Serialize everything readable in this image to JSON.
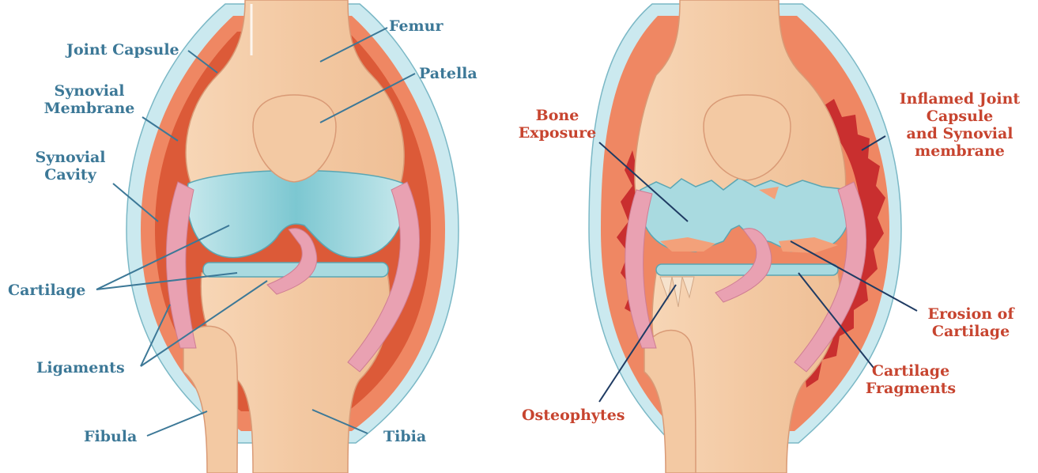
{
  "colors": {
    "healthy_label": "#3c7897",
    "arthritis_label": "#c7442f",
    "bone": "#f3c9a3",
    "capsule_outer": "#cbe9ef",
    "synovial_outer": "#ef8763",
    "synovial_inner": "#dc5a38",
    "cartilage": "#a9dae0",
    "ligament": "#e9a1b2",
    "inflamed": "#c92f2f"
  },
  "healthy_knee": {
    "labels": {
      "joint_capsule": "Joint Capsule",
      "synovial_membrane": [
        "Synovial",
        "Membrane"
      ],
      "synovial_cavity": [
        "Synovial",
        "Cavity"
      ],
      "cartilage": "Cartilage",
      "ligaments": "Ligaments",
      "fibula": "Fibula",
      "femur": "Femur",
      "patella": "Patella",
      "tibia": "Tibia"
    }
  },
  "arthritic_knee": {
    "labels": {
      "bone_exposure": [
        "Bone",
        "Exposure"
      ],
      "osteophytes": "Osteophytes",
      "inflamed_capsule": [
        "Inflamed Joint",
        "Capsule",
        "and Synovial",
        "membrane"
      ],
      "erosion": [
        "Erosion of",
        "Cartilage"
      ],
      "fragments": [
        "Cartilage",
        "Fragments"
      ]
    }
  }
}
